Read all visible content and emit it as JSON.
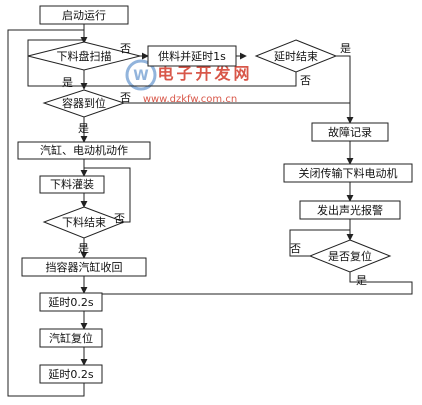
{
  "nodes": {
    "start": "启动运行",
    "hopper_check": "下料盘扫描",
    "feed_delay": "供料并延时1s",
    "delay_done": "延时结束",
    "container_in_place": "容器到位",
    "cylinder_motor": "汽缸、电动机动作",
    "filling": "下料灌装",
    "filling_done": "下料结束",
    "retract_stopper": "挡容器汽缸收回",
    "delay_a": "延时0.2s",
    "cylinder_reset": "汽缸复位",
    "delay_b": "延时0.2s",
    "fault_log": "故障记录",
    "stop_conveyor": "关闭传输下料电动机",
    "alarm": "发出声光报警",
    "is_reset": "是否复位"
  },
  "edges": {
    "yes": "是",
    "no": "否"
  },
  "watermark": {
    "brand": "电子开发网",
    "url": "www.dzkfw.com.cn",
    "accent": "#d23a2a",
    "logo_color": "#7fa8d6"
  }
}
